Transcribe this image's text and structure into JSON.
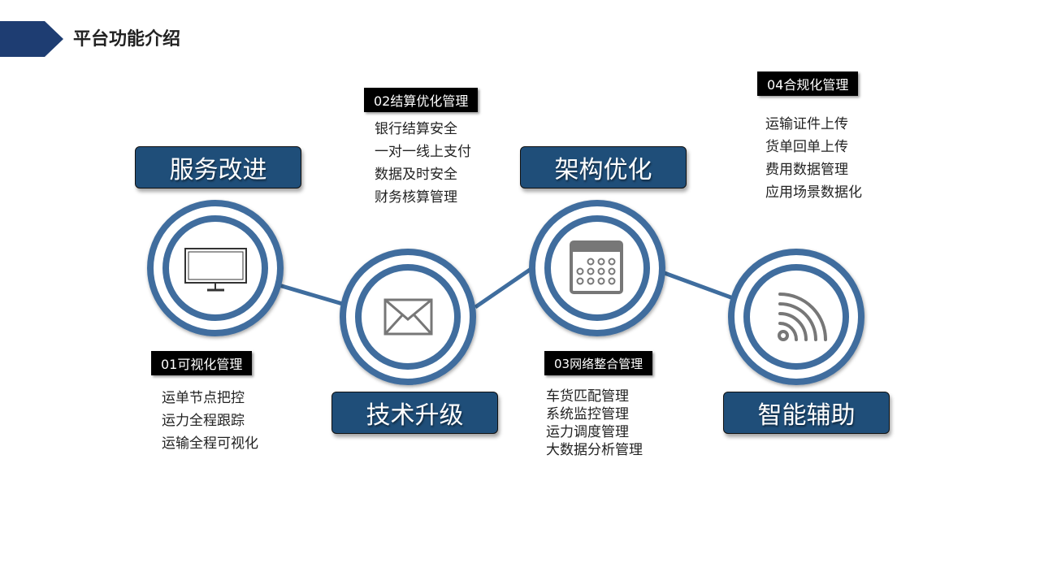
{
  "header": {
    "title": "平台功能介绍"
  },
  "labels": [
    "服务改进",
    "技术升级",
    "架构优化",
    "智能辅助"
  ],
  "sections": [
    {
      "tag": "01可视化管理",
      "items": [
        "运单节点把控",
        "运力全程跟踪",
        "运输全程可视化"
      ]
    },
    {
      "tag": "02结算优化管理",
      "items": [
        "银行结算安全",
        "一对一线上支付",
        "数据及时安全",
        "财务核算管理"
      ]
    },
    {
      "tag": "03网络整合管理",
      "items": [
        "车货匹配管理",
        "系统监控管理",
        "运力调度管理",
        "大数据分析管理"
      ]
    },
    {
      "tag": "04合规化管理",
      "items": [
        "运输证件上传",
        "货单回单上传",
        "费用数据管理",
        "应用场景数据化"
      ]
    }
  ],
  "colors": {
    "ring": "#3f6d9e",
    "label_bg": "#1f4e79",
    "header_arrow": "#1e3d72",
    "icon": "#777"
  }
}
